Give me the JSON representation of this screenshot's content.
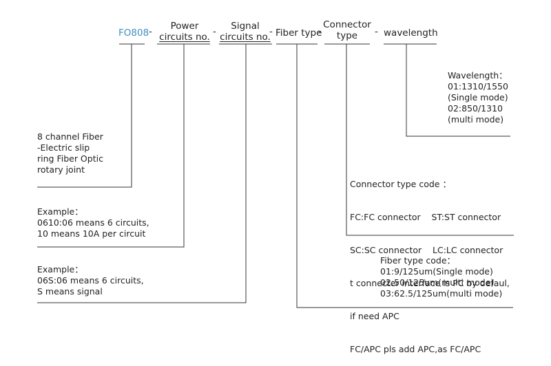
{
  "colors": {
    "model_code": "#3d8fc2",
    "line": "#333333",
    "text": "#222222"
  },
  "header": {
    "model_code": "FO808",
    "dashes": [
      "-",
      "-",
      "-",
      "-",
      "-"
    ],
    "power": [
      "Power",
      "circuits no."
    ],
    "signal": [
      "Signal",
      "circuits no."
    ],
    "fiber_type": "Fiber type",
    "connector": [
      "Connector",
      "type"
    ],
    "wavelength": "wavelength"
  },
  "notes": {
    "product": [
      "8 channel Fiber",
      "-Electric slip",
      "ring Fiber Optic",
      "rotary joint"
    ],
    "power_example": [
      "Example：",
      "0610:06 means 6 circuits,",
      "10 means 10A per circuit"
    ],
    "signal_example": [
      "Example：",
      "06S:06 means 6 circuits,",
      "S means signal"
    ],
    "fiber_code": [
      "Fiber type code：",
      "01:9/125um(Single mode)",
      "02:50/125um(multi mode)",
      "03:62.5/125um(multi mode)"
    ],
    "connector_code": [
      "Connector type code ：",
      "FC:FC connector    ST:ST connector",
      "SC:SC connector    LC:LC connector",
      "t connecter interface is PC by defaul,",
      "if need APC",
      "FC/APC pls add APC,as FC/APC"
    ],
    "wavelength_code": [
      "Wavelength：",
      "01:1310/1550",
      "(Single mode)",
      "02:850/1310",
      "(multi mode)"
    ]
  }
}
